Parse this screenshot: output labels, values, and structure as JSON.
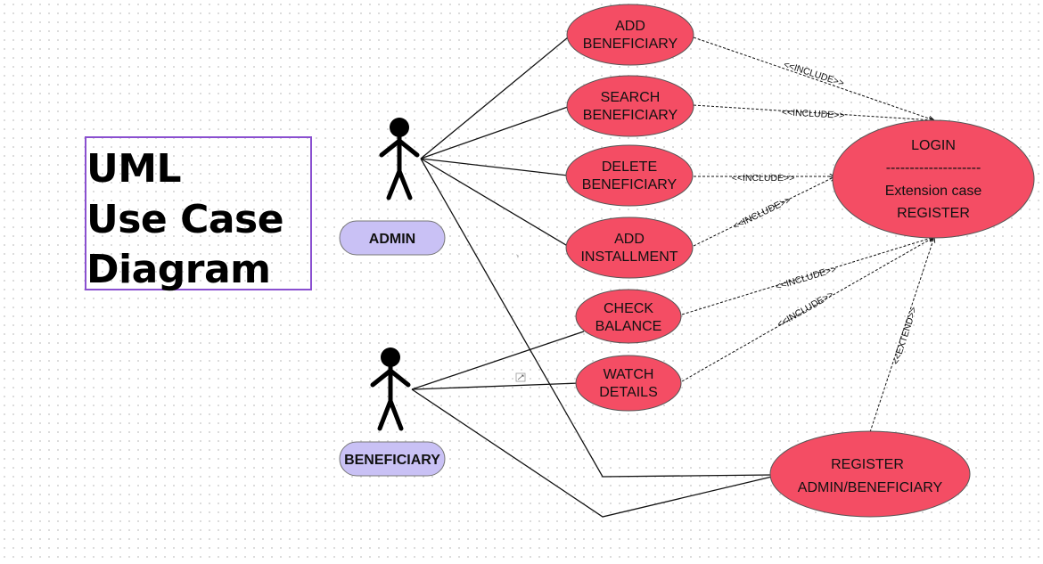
{
  "title": {
    "line1": "UML",
    "line2": "Use Case",
    "line3": "Diagram"
  },
  "actors": {
    "admin": "ADMIN",
    "beneficiary": "BENEFICIARY"
  },
  "use_cases": {
    "add_beneficiary": [
      "ADD",
      "BENEFICIARY"
    ],
    "search_beneficiary": [
      "SEARCH",
      "BENEFICIARY"
    ],
    "delete_beneficiary": [
      "DELETE",
      "BENEFICIARY"
    ],
    "add_installment": [
      "ADD",
      "INSTALLMENT"
    ],
    "check_balance": [
      "CHECK",
      "BALANCE"
    ],
    "watch_details": [
      "WATCH",
      "DETAILS"
    ],
    "login": [
      "LOGIN",
      "--------------------",
      "Extension case",
      "REGISTER"
    ],
    "register": [
      "REGISTER",
      "ADMIN/BENEFICIARY"
    ]
  },
  "relations": {
    "include": "<<INCLUDE>>",
    "extend": "<<EXTEND>>"
  },
  "colors": {
    "usecase_fill": "#f44d64",
    "actor_label_fill": "#c9c1f5",
    "title_border": "#8a4fd0"
  }
}
